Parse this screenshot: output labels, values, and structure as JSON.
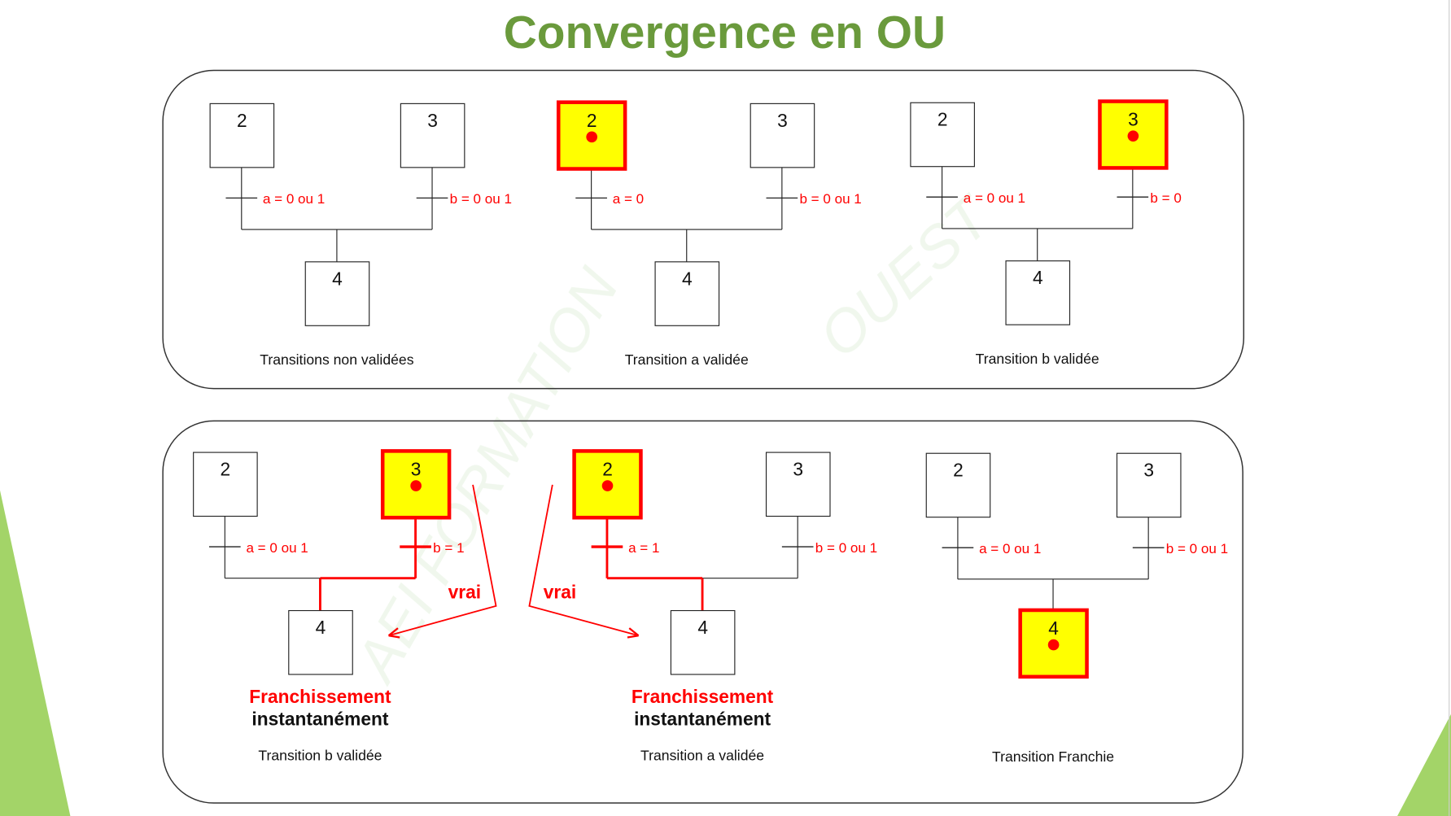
{
  "title": "Convergence en OU",
  "watermark": "AEI FORMATION OUEST",
  "colors": {
    "title": "#6a9a3c",
    "active_fill": "#ffff00",
    "active_border": "#ff0000",
    "transition_label": "#ff0000",
    "accent_green": "#a3d468"
  },
  "panels": [
    {
      "diagrams": [
        {
          "steps": [
            "2",
            "3",
            "4"
          ],
          "active": null,
          "highlight": null,
          "t_left": "a = 0 ou 1",
          "t_right": "b = 0 ou 1",
          "caption": "Transitions non validées"
        },
        {
          "steps": [
            "2",
            "3",
            "4"
          ],
          "active": "2",
          "highlight": null,
          "t_left": "a = 0",
          "t_right": "b = 0 ou 1",
          "caption": "Transition a validée"
        },
        {
          "steps": [
            "2",
            "3",
            "4"
          ],
          "active": "3",
          "highlight": null,
          "t_left": "a = 0 ou 1",
          "t_right": "b = 0",
          "caption": "Transition b validée"
        }
      ]
    },
    {
      "diagrams": [
        {
          "steps": [
            "2",
            "3",
            "4"
          ],
          "active": "3",
          "highlight": "right",
          "t_left": "a = 0 ou 1",
          "t_right": "b = 1",
          "caption": "Transition b validée",
          "note_red": "Franchissement",
          "note_black": "instantanément",
          "arrow_label": "vrai"
        },
        {
          "steps": [
            "2",
            "3",
            "4"
          ],
          "active": "2",
          "highlight": "left",
          "t_left": "a =  1",
          "t_right": "b = 0 ou 1",
          "caption": "Transition a validée",
          "note_red": "Franchissement",
          "note_black": "instantanément",
          "arrow_label": "vrai"
        },
        {
          "steps": [
            "2",
            "3",
            "4"
          ],
          "active": "4",
          "highlight": null,
          "t_left": "a = 0 ou 1",
          "t_right": "b = 0 ou 1",
          "caption": "Transition Franchie"
        }
      ]
    }
  ]
}
